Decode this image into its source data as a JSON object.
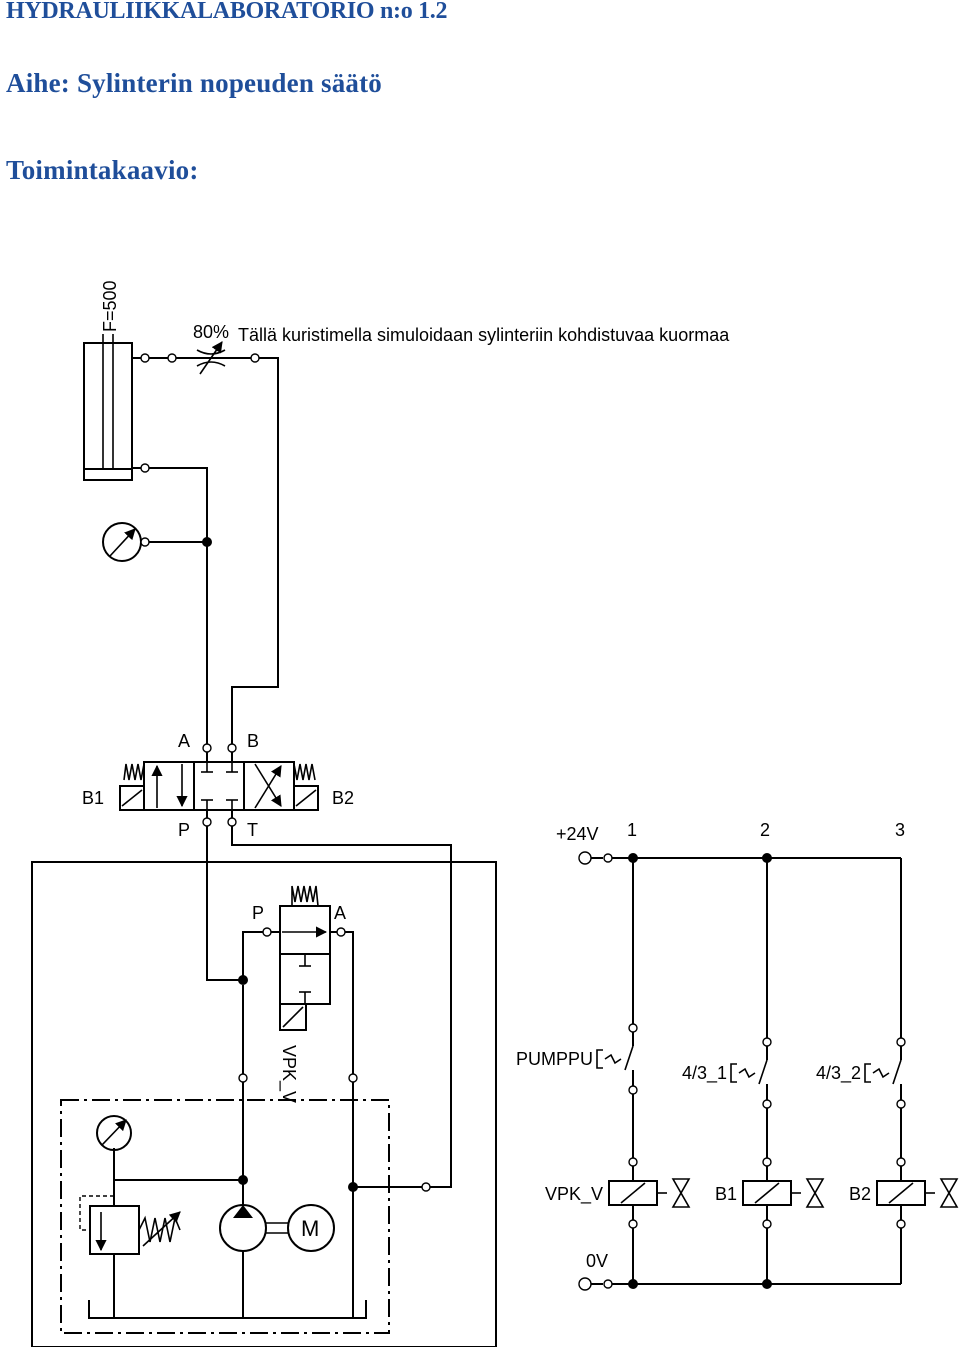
{
  "header": {
    "title": "HYDRAULIIKKALABORATORIO n:o 1.2",
    "subject": "Aihe: Sylinterin nopeuden säätö",
    "section": "Toimintakaavio:"
  },
  "hydraulic": {
    "cylinder_force": "F=500",
    "throttle_setting": "80%",
    "throttle_note": "Tällä kuristimella simuloidaan sylinteriin kohdistuvaa kuormaa",
    "valve_port_a": "A",
    "valve_port_b": "B",
    "valve_port_p": "P",
    "valve_port_t": "T",
    "solenoid_left": "B1",
    "solenoid_right": "B2",
    "unload_port_p": "P",
    "unload_port_a": "A",
    "unload_valve_name": "VPK_V",
    "motor_symbol": "M"
  },
  "electrical": {
    "supply": "+24V",
    "ground": "0V",
    "rungs": [
      "1",
      "2",
      "3"
    ],
    "switches": [
      "PUMPPU",
      "4/3_1",
      "4/3_2"
    ],
    "coils": [
      "VPK_V",
      "B1",
      "B2"
    ]
  }
}
